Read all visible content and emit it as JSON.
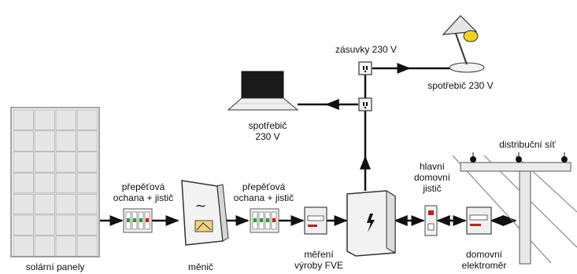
{
  "labels": {
    "solar_panels": "solární panely",
    "surge_1_line1": "přepěťová",
    "surge_1_line2": "ochana + jistič",
    "inverter": "měnič",
    "surge_2_line1": "přepěťová",
    "surge_2_line2": "ochana + jistič",
    "meter_fve_line1": "měření",
    "meter_fve_line2": "výroby FVE",
    "main_breaker_line1": "hlavní",
    "main_breaker_line2": "domovní",
    "main_breaker_line3": "jistič",
    "home_meter_line1": "domovní",
    "home_meter_line2": "elektroměr",
    "distribution": "distribuční síť",
    "sockets": "zásuvky 230 V",
    "appliance_lamp": "spotřebič 230 V",
    "appliance_laptop_line1": "spotřebič",
    "appliance_laptop_line2": "230 V"
  },
  "colors": {
    "wire": "#111111",
    "panel_cell": "#e6e6e6",
    "panel_frame": "#8a8a8a",
    "device_body": "#eeeeee",
    "lamp_bulb": "#f2d21c",
    "meter_red": "#c0201f",
    "breaker_green": "#2f9a3a"
  }
}
